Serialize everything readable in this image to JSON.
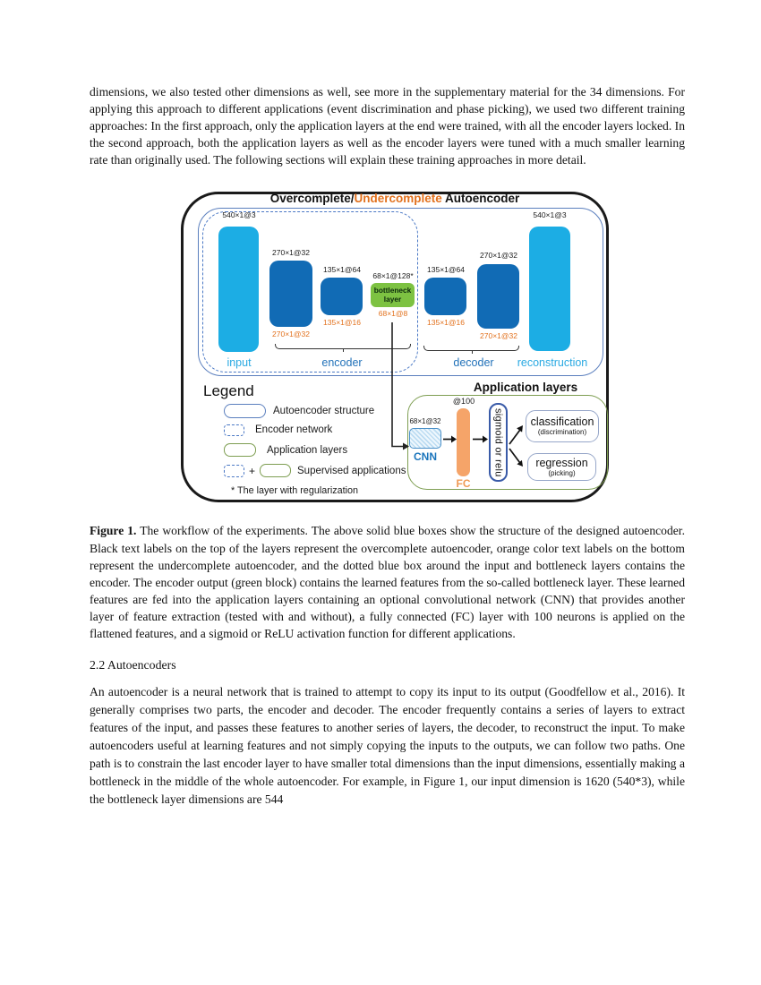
{
  "body": {
    "para1": "dimensions, we also tested other dimensions as well, see more in the supplementary material for the 34 dimensions. For applying this approach to different applications (event discrimination and phase picking), we used two different training approaches: In the first approach, only the application layers at the end were trained, with all the encoder layers locked. In the second approach, both the application layers as well as the encoder layers were tuned with a much smaller learning rate than originally used. The following sections will explain these training approaches in more detail.",
    "caption": {
      "label": "Figure 1.",
      "text": "The workflow of the experiments. The above solid blue boxes show the structure of the designed autoencoder. Black text labels on the top of the layers represent the overcomplete autoencoder, orange color text labels on the bottom represent the undercomplete autoencoder, and the dotted blue box around the input and bottleneck layers contains the encoder. The encoder output (green block) contains the learned features from the so-called bottleneck layer. These learned features are fed into the application layers containing an optional convolutional network (CNN) that provides another layer of feature extraction (tested with and without), a fully connected (FC) layer with 100 neurons is applied on the flattened features, and a sigmoid or ReLU activation function for different applications."
    },
    "section_heading": "2.2 Autoencoders",
    "para2": "An autoencoder is a neural network that is trained to attempt to copy its input to its output (Goodfellow et al., 2016). It generally comprises two parts, the encoder and decoder. The encoder frequently contains a series of layers to extract features of the input, and passes these features to another series of layers, the decoder, to reconstruct the input. To make autoencoders useful at learning features and not simply copying the inputs to the outputs, we can follow two paths. One path is to constrain the last encoder layer to have smaller total dimensions than the input dimensions, essentially making a bottleneck in the middle of the whole autoencoder. For example, in Figure 1, our input dimension is 1620 (540*3), while the bottleneck layer dimensions are 544"
  },
  "figure": {
    "title": {
      "part1": "Overcomplete/",
      "part2": "Undercomplete",
      "part3": " Autoencoder"
    },
    "layers": [
      {
        "name": "input",
        "top_label": "540×1@3"
      },
      {
        "name": "encoder-layer-1",
        "top_label": "270×1@32",
        "bottom_label": "270×1@32"
      },
      {
        "name": "encoder-layer-2",
        "top_label": "135×1@64",
        "bottom_label": "135×1@16"
      },
      {
        "name": "bottleneck",
        "top_label": "68×1@128*",
        "box_text": "bottleneck layer",
        "bottom_label": "68×1@8"
      },
      {
        "name": "decoder-layer-1",
        "top_label": "135×1@64",
        "bottom_label": "135×1@16"
      },
      {
        "name": "decoder-layer-2",
        "top_label": "270×1@32",
        "bottom_label": "270×1@32"
      },
      {
        "name": "reconstruction",
        "top_label": "540×1@3"
      }
    ],
    "flow_labels": {
      "input": "input",
      "encoder": "encoder",
      "decoder": "decoder",
      "reconstruction": "reconstruction"
    },
    "legend": {
      "title": "Legend",
      "item1": "Autoencoder structure",
      "item2": "Encoder network",
      "item3": "Application layers",
      "item4": "Supervised applications",
      "plus": "+",
      "note": "* The layer with regularization"
    },
    "app_layers": {
      "title": "Application layers",
      "cnn_label": "68×1@32",
      "cnn_text": "CNN",
      "fc_top": "@100",
      "fc_text": "FC",
      "activation": "sigmoid or relu",
      "output1": "classification",
      "output1_sub": "(discrimination)",
      "output2": "regression",
      "output2_sub": "(picking)"
    },
    "colors": {
      "input_blue": "#1CADE4",
      "hidden_blue": "#116BB5",
      "bottleneck_green": "#7DC242",
      "undercomplete_orange": "#E2711D",
      "fc_fill": "#F5A469",
      "structure_outline": "#5B7FBE",
      "app_outline": "#7E9E52",
      "flow_label_blue": "#2272B9"
    }
  }
}
